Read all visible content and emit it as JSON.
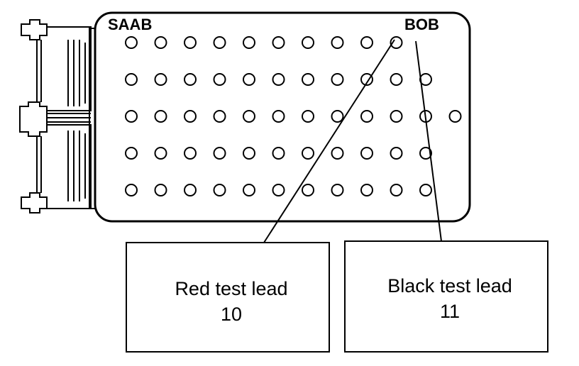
{
  "board": {
    "brand_label": "SAAB",
    "box_label": "BOB",
    "pin_rows": [
      10,
      11,
      12,
      11,
      11
    ],
    "line_color": "#000000",
    "fill_color": "#ffffff"
  },
  "callouts": {
    "red": {
      "label": "Red test lead",
      "pin": "10"
    },
    "black": {
      "label": "Black test lead",
      "pin": "11"
    }
  }
}
